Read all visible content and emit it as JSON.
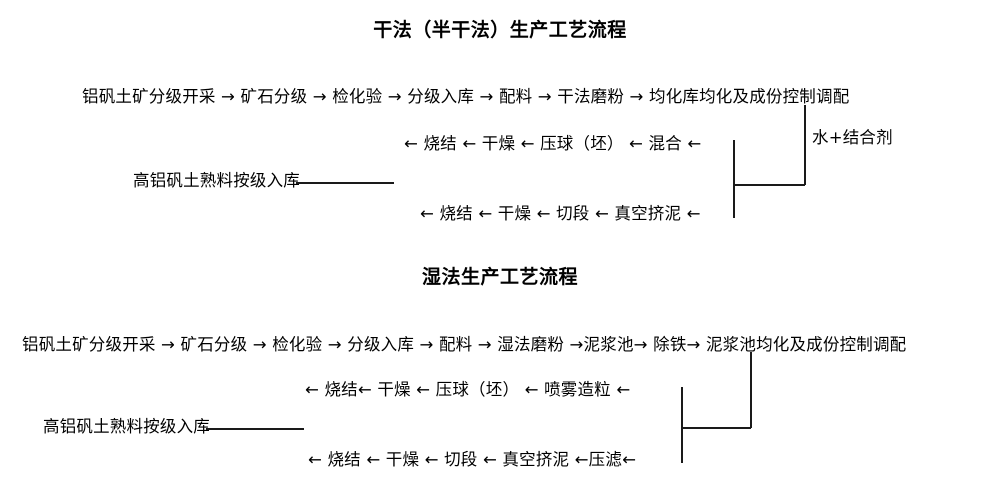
{
  "page": {
    "language": "zh-CN",
    "background_color": "#ffffff",
    "text_color": "#000000"
  },
  "sections": [
    {
      "id": "dry",
      "title": "干法（半干法）生产工艺流程",
      "rows": {
        "row1": "铝矾土矿分级开采 → 矿石分级 → 检化验 → 分级入库 → 配料 → 干法磨粉 → 均化库均化及成份控制调配",
        "row2": "← 烧结 ← 干燥 ← 压球（坯） ← 混合 ←",
        "row3": "高铝矾土熟料按级入库",
        "row4": "← 烧结 ← 干燥 ← 切段 ← 真空挤泥 ←",
        "additive": "水+结合剂"
      },
      "nodes_row1": [
        "铝矾土矿分级开采",
        "矿石分级",
        "检化验",
        "分级入库",
        "配料",
        "干法磨粉",
        "均化库均化及成份控制调配"
      ],
      "nodes_row2": [
        "烧结",
        "干燥",
        "压球（坯）",
        "混合"
      ],
      "nodes_row4": [
        "烧结",
        "干燥",
        "切段",
        "真空挤泥"
      ]
    },
    {
      "id": "wet",
      "title": "湿法生产工艺流程",
      "rows": {
        "row1": "铝矾土矿分级开采 → 矿石分级 → 检化验 → 分级入库 → 配料 → 湿法磨粉 →泥浆池→ 除铁→ 泥浆池均化及成份控制调配",
        "row2": "← 烧结← 干燥 ← 压球（坯） ← 喷雾造粒 ←",
        "row3": "高铝矾土熟料按级入库",
        "row4": "← 烧结 ← 干燥 ← 切段 ← 真空挤泥 ←压滤←"
      },
      "nodes_row1": [
        "铝矾土矿分级开采",
        "矿石分级",
        "检化验",
        "分级入库",
        "配料",
        "湿法磨粉",
        "泥浆池",
        "除铁",
        "泥浆池均化及成份控制调配"
      ],
      "nodes_row2": [
        "烧结",
        "干燥",
        "压球（坯）",
        "喷雾造粒"
      ],
      "nodes_row4": [
        "烧结",
        "干燥",
        "切段",
        "真空挤泥",
        "压滤"
      ]
    }
  ],
  "symbols": {
    "arrow_right": "→",
    "arrow_left": "←",
    "line": "———"
  }
}
